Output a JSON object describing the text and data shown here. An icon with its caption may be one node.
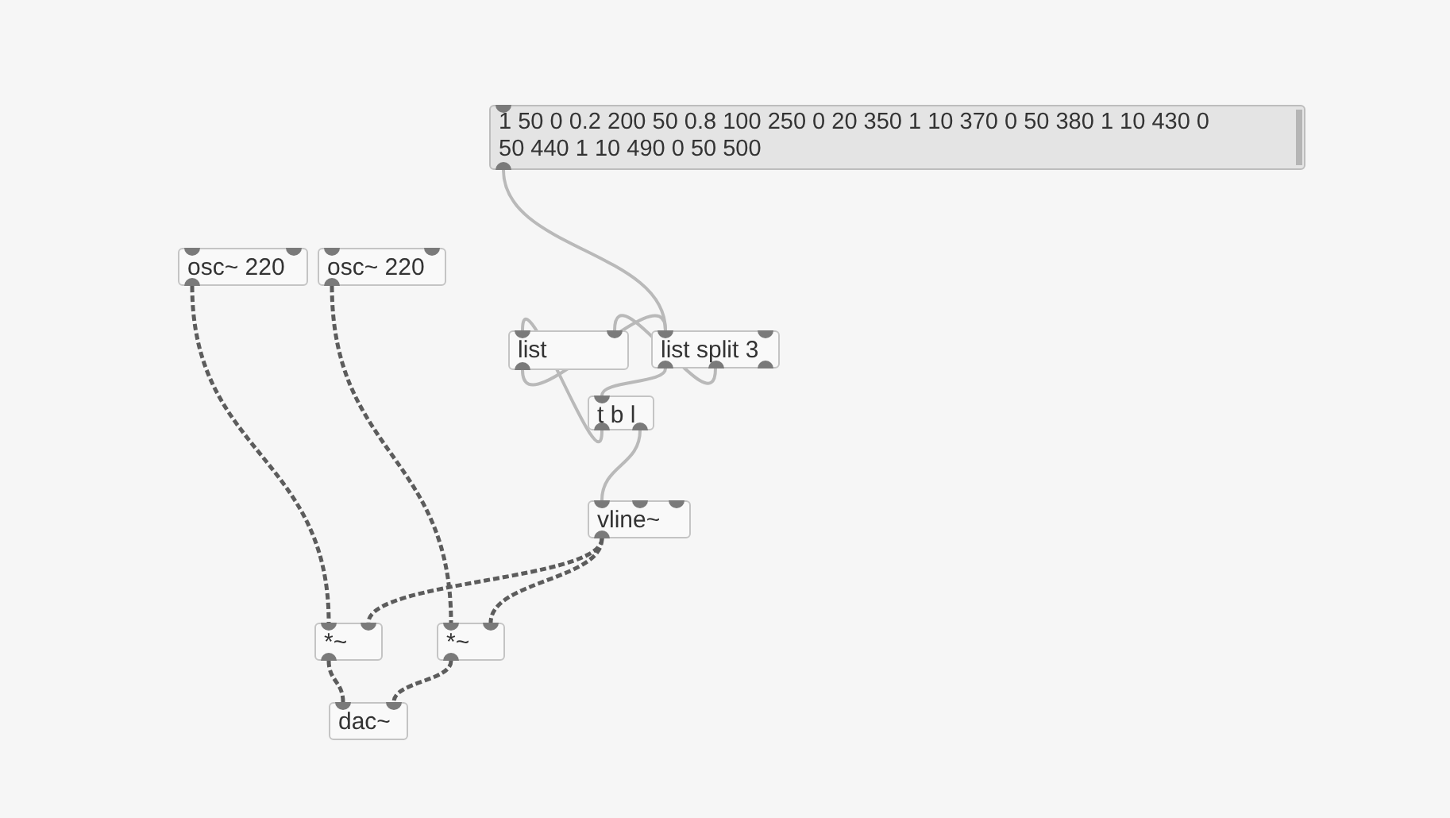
{
  "diagram": {
    "nodes": [
      {
        "text": [
          "1 50 0 0.2 200 50 0.8 100 250 0 20 350 1 10 370 0 50 380 1 10 430 0 50 440 1 10 490 0 50 500"
        ]
      },
      {
        "text": [
          "osc~ 220"
        ]
      },
      {
        "text": [
          "osc~ 220"
        ]
      },
      {
        "text": [
          "list"
        ]
      },
      {
        "text": [
          "list split 3"
        ]
      },
      {
        "text": [
          "t b l"
        ]
      },
      {
        "text": [
          "vline~"
        ]
      },
      {
        "text": [
          "*~"
        ]
      },
      {
        "text": [
          "*~"
        ]
      },
      {
        "text": [
          "dac~"
        ]
      }
    ],
    "edges": [
      {
        "from": 0,
        "to": 4,
        "arrow": "none"
      },
      {
        "from": 4,
        "to": 5,
        "arrow": "none"
      },
      {
        "from": 4,
        "to": 3,
        "arrow": "none"
      },
      {
        "from": 5,
        "to": 6,
        "arrow": "none"
      },
      {
        "from": 5,
        "to": 3,
        "arrow": "none"
      },
      {
        "from": 3,
        "to": 4,
        "arrow": "none"
      },
      {
        "from": 1,
        "to": 7,
        "arrow": "none",
        "style": "dashed",
        "color": "#5c5c5c"
      },
      {
        "from": 2,
        "to": 8,
        "arrow": "none",
        "style": "dashed",
        "color": "#5c5c5c"
      },
      {
        "from": 6,
        "to": 7,
        "arrow": "none",
        "style": "dashed",
        "color": "#5c5c5c"
      },
      {
        "from": 6,
        "to": 8,
        "arrow": "none",
        "style": "dashed",
        "color": "#5c5c5c"
      },
      {
        "from": 7,
        "to": 9,
        "arrow": "none",
        "style": "dashed",
        "color": "#5c5c5c"
      },
      {
        "from": 8,
        "to": 9,
        "arrow": "none",
        "style": "dashed",
        "color": "#5c5c5c"
      }
    ]
  }
}
